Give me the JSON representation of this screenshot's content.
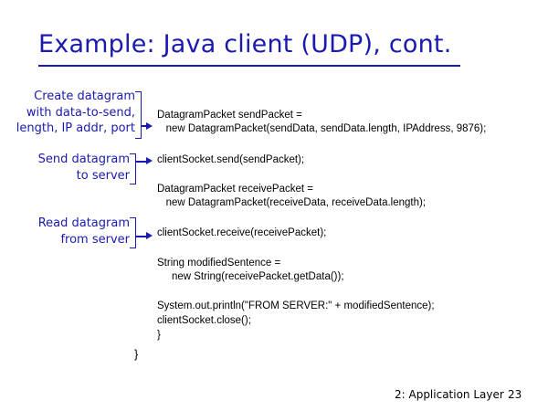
{
  "slide": {
    "title": "Example: Java client (UDP), cont.",
    "notes": [
      {
        "lines": [
          "Create datagram",
          "with data-to-send,",
          "length, IP addr, port"
        ]
      },
      {
        "lines": [
          "Send datagram",
          "to server"
        ]
      },
      {
        "lines": [
          "Read datagram",
          "from server"
        ]
      }
    ],
    "code": [
      "DatagramPacket sendPacket =",
      "   new DatagramPacket(sendData, sendData.length, IPAddress, 9876);",
      "clientSocket.send(sendPacket);",
      "DatagramPacket receivePacket =",
      "   new DatagramPacket(receiveData, receiveData.length);",
      "clientSocket.receive(receivePacket);",
      "String modifiedSentence =",
      "     new String(receivePacket.getData());",
      "System.out.println(\"FROM SERVER:\" + modifiedSentence);",
      "clientSocket.close();",
      "}"
    ],
    "closing_brace": "}",
    "footer": "2: Application Layer",
    "page_number": "23"
  },
  "colors": {
    "accent": "#1a1ab0",
    "text": "#000000"
  }
}
